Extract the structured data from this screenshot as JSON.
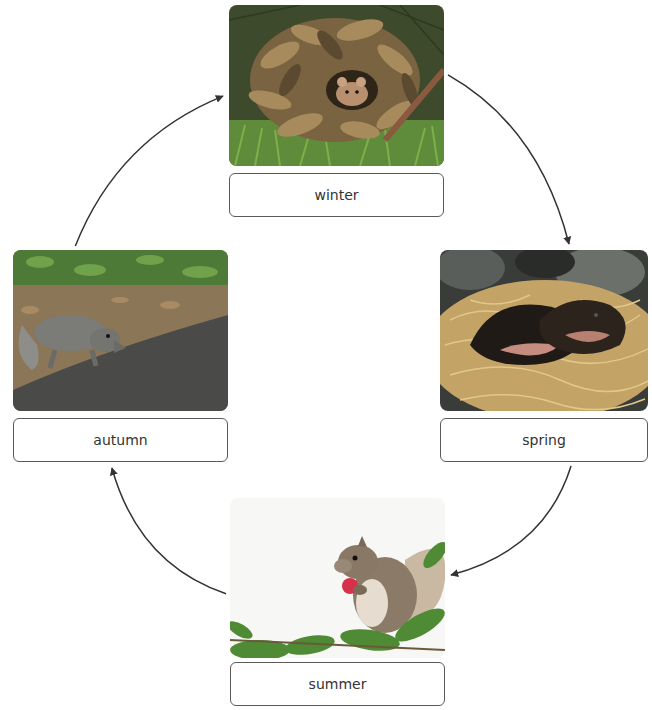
{
  "diagram": {
    "nodes": [
      {
        "text": [
          "winter"
        ]
      },
      {
        "text": [
          "autumn"
        ]
      },
      {
        "text": [
          "spring"
        ]
      },
      {
        "text": [
          "summer"
        ]
      }
    ],
    "edges": [
      {
        "from": 0,
        "to": 2,
        "arrow": "to"
      },
      {
        "from": 2,
        "to": 3,
        "arrow": "to"
      },
      {
        "from": 3,
        "to": 1,
        "arrow": "to"
      },
      {
        "from": 1,
        "to": 0,
        "arrow": "to"
      }
    ]
  }
}
